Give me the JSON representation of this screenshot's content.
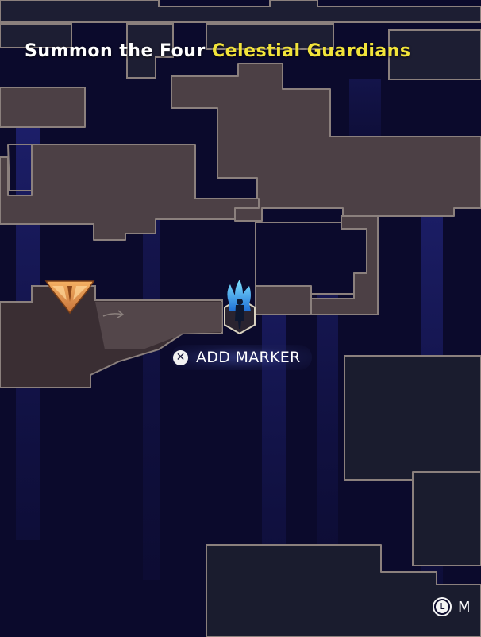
{
  "objective": {
    "prefix": "Summon the Four",
    "highlight": "Celestial Guardians",
    "highlight_color": "#f2e43a"
  },
  "prompt": {
    "button_glyph": "✕",
    "label": "ADD MARKER"
  },
  "legend": {
    "button_glyph": "L",
    "label": "M"
  },
  "map": {
    "explored_fill": "#4c4045",
    "room_outline": "#8b807d",
    "unexplored_fill": "#1a1c2e",
    "background": "#0b0a2c",
    "icons": [
      "guardian-emblem-icon",
      "player-location-icon",
      "door-arrow-icon"
    ]
  }
}
